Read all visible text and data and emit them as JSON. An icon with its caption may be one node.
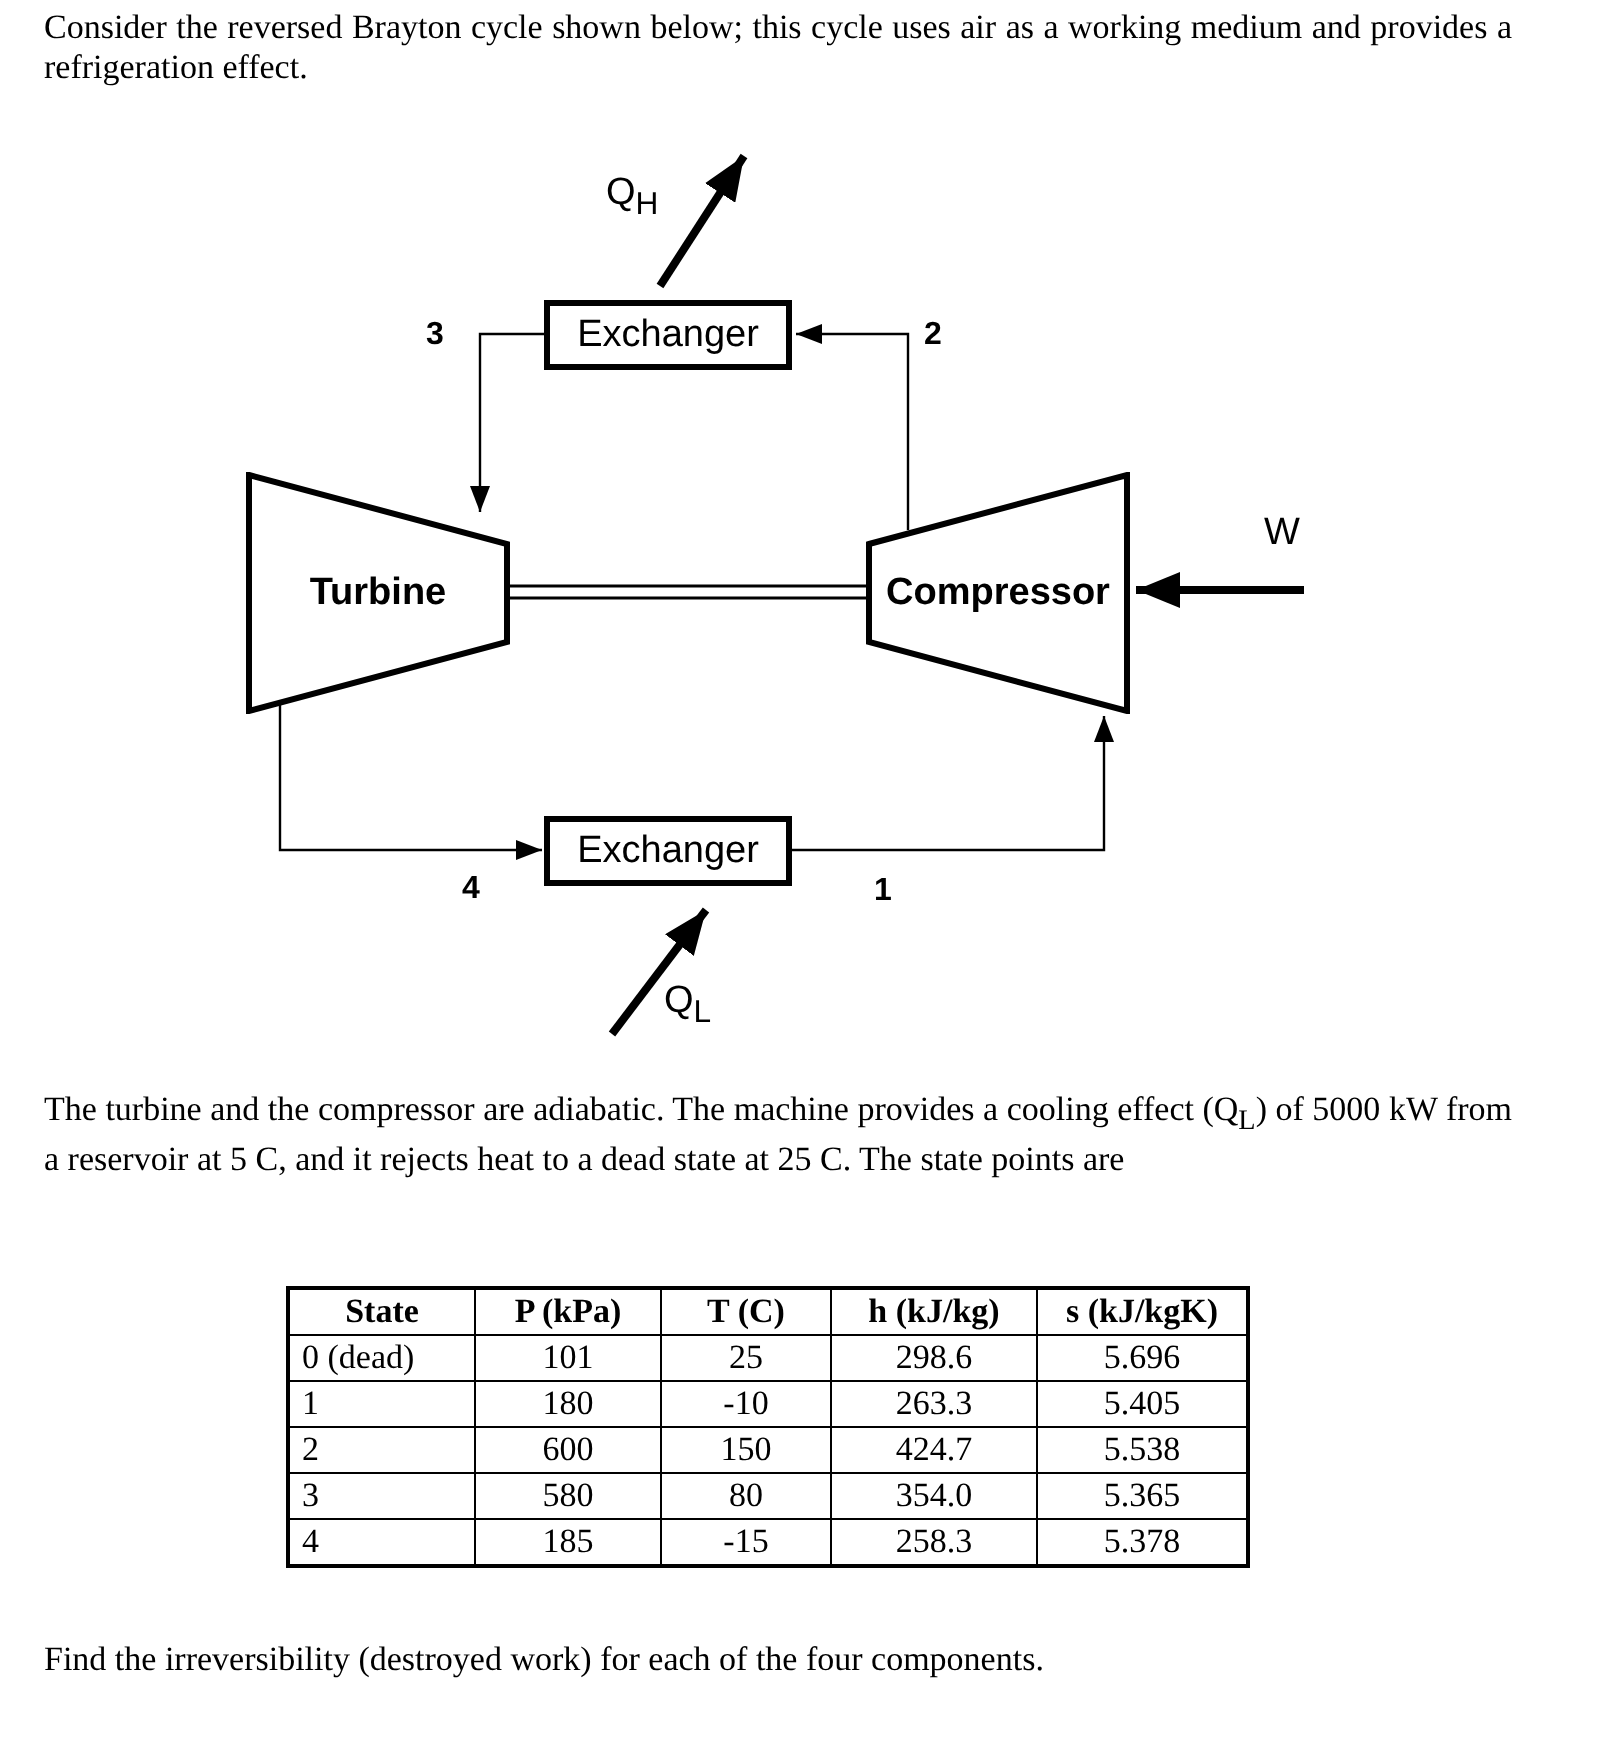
{
  "diagram": {
    "title": "Consider the reversed Brayton cycle shown below; this cycle uses air as a working medium and provides a refrigeration effect.",
    "nodes": [
      {
        "text": [
          "Exchanger"
        ]
      },
      {
        "text": [
          "Turbine"
        ]
      },
      {
        "text": [
          "Compressor"
        ]
      },
      {
        "text": [
          "Exchanger"
        ]
      }
    ],
    "edges": [
      {
        "from": 0,
        "to": null,
        "arrow": "to",
        "label": "Q$_{H}$",
        "style": "thick"
      },
      {
        "from": 0,
        "to": 1,
        "arrow": "to",
        "label": "3"
      },
      {
        "from": 2,
        "to": 0,
        "arrow": "to",
        "label": "2"
      },
      {
        "from": 1,
        "to": 2,
        "arrow": "none"
      },
      {
        "from": null,
        "to": 2,
        "arrow": "to",
        "label": "W",
        "style": "thick"
      },
      {
        "from": 1,
        "to": 3,
        "arrow": "to",
        "label": "4"
      },
      {
        "from": 3,
        "to": 2,
        "arrow": "to",
        "label": "1"
      },
      {
        "from": null,
        "to": 3,
        "arrow": "to",
        "label": "Q$_{L}$",
        "style": "thick"
      }
    ],
    "labels": [
      "The turbine and the compressor are adiabatic. The machine provides a cooling effect (Q$_{L}$) of 5000 kW from a reservoir at 5 C, and it rejects heat to a dead state at 25 C.  The state points are",
      "State",
      "P (kPa)",
      "T (C)",
      "h (kJ/kg)",
      "s (kJ/kgK)",
      "0 (dead)",
      "101",
      "25",
      "298.6",
      "5.696",
      "1",
      "180",
      "-10",
      "263.3",
      "5.405",
      "2",
      "600",
      "150",
      "424.7",
      "5.538",
      "3",
      "580",
      "80",
      "354.0",
      "5.365",
      "4",
      "185",
      "-15",
      "258.3",
      "5.378",
      "Find the irreversibility (destroyed work) for each of the four components."
    ]
  }
}
